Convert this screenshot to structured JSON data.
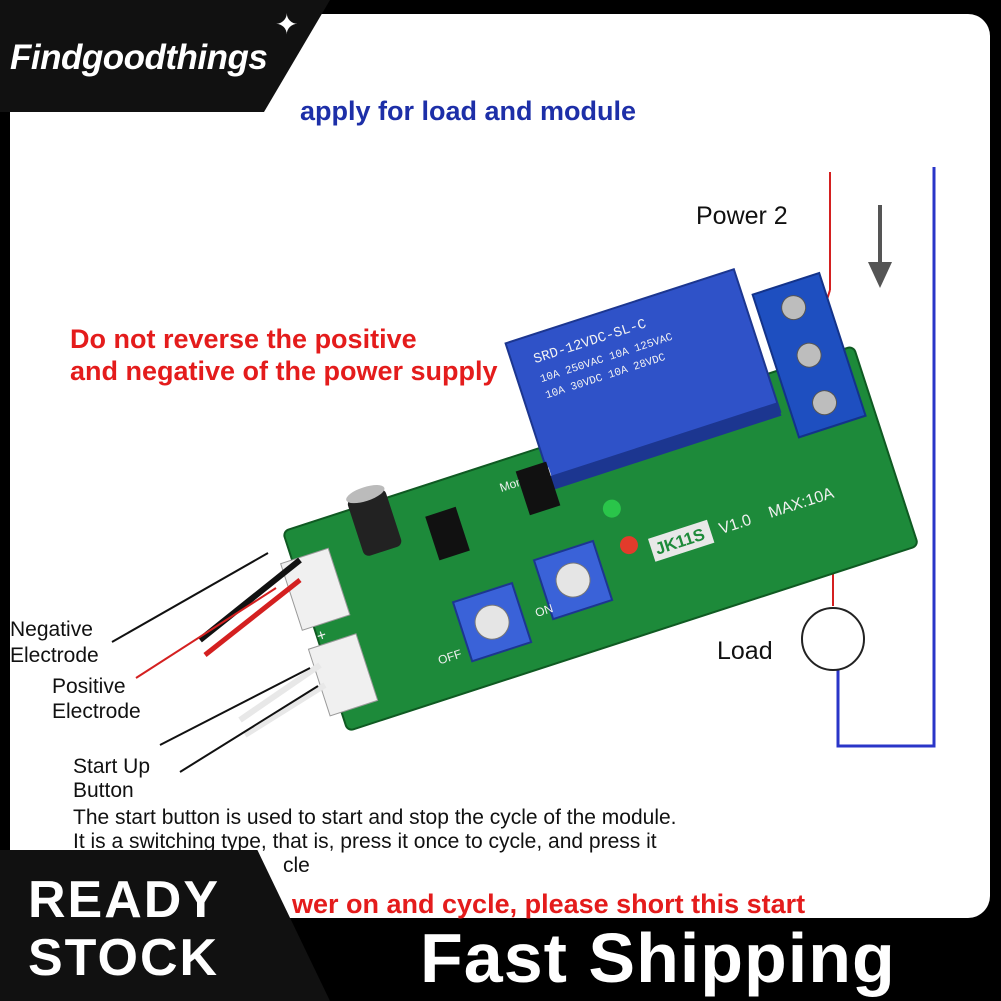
{
  "brand": {
    "name": "Findgoodthings",
    "sparkle": "✦"
  },
  "diagram": {
    "heading": "apply for load and module",
    "warning_line1": "Do not reverse the positive",
    "warning_line2": "and negative of the power supply",
    "power_label": "Power 2",
    "load_label": "Load",
    "negative_line1": "Negative",
    "negative_line2": "Electrode",
    "positive_line1": "Positive",
    "positive_line2": "Electrode",
    "start_line1": "Start Up",
    "start_line2": "Button",
    "desc_line1": "The start button is used to start and stop the cycle of the module.",
    "desc_line2": "It is a switching type, that is, press it once to cycle, and press it",
    "desc_line3": "cle",
    "bottom_warning": "wer on and cycle, please short this start"
  },
  "board": {
    "relay_text1": "SRD-12VDC-SL-C",
    "relay_text2": "10A 250VAC 10A 125VAC",
    "relay_text3": "10A 30VDC 10A 28VDC",
    "model": "JK11S",
    "version": "V1.0",
    "max_rating": "MAX:10A",
    "cycle_label": "Mon. Cycl",
    "pot_label1": "OFF",
    "pot_label2": "ON",
    "plus_sign": "+"
  },
  "badges": {
    "stock_line1": "READY",
    "stock_line2": "STOCK",
    "shipping": "Fast Shipping"
  },
  "colors": {
    "heading_blue": "#1d2fa8",
    "warning_red": "#e41c1c",
    "pcb_green": "#1d8a3a",
    "relay_blue": "#2f52c8",
    "wire_blue": "#2a35c8",
    "wire_red": "#d42020"
  }
}
